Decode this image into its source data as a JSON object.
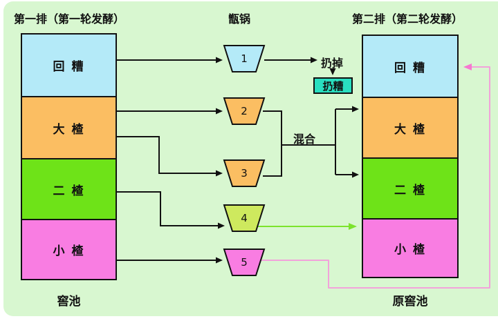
{
  "titles": {
    "first_round": "第一排（第一轮发酵）",
    "pot_row": "甑锅",
    "second_round": "第二排（第二轮发酵）"
  },
  "left_column": {
    "caption": "窖池",
    "sections": [
      {
        "label": "回 糟",
        "color": "#b4eaf8"
      },
      {
        "label": "大 楂",
        "color": "#fbbe62"
      },
      {
        "label": "二 楂",
        "color": "#6ee318"
      },
      {
        "label": "小 楂",
        "color": "#f97de2"
      }
    ]
  },
  "right_column": {
    "caption": "原窖池",
    "sections": [
      {
        "label": "回 糟",
        "color": "#b4eaf8"
      },
      {
        "label": "大 楂",
        "color": "#fbbe62"
      },
      {
        "label": "二 楂",
        "color": "#6ee318"
      },
      {
        "label": "小 楂",
        "color": "#f97de2"
      }
    ]
  },
  "pots": [
    {
      "number": "1",
      "color": "#b4eaf8"
    },
    {
      "number": "2",
      "color": "#fbbe62"
    },
    {
      "number": "3",
      "color": "#fbbe62"
    },
    {
      "number": "4",
      "color": "#cee95e"
    },
    {
      "number": "5",
      "color": "#f97de2"
    }
  ],
  "annotations": {
    "discard_label": "扔掉",
    "discard_box": "扔糟",
    "mix_label": "混合"
  },
  "flows": [
    {
      "from": "第一排 回糟",
      "to": "甑锅1",
      "color": "black"
    },
    {
      "from": "甑锅1",
      "to": "扔掉/扔糟",
      "color": "black"
    },
    {
      "from": "第一排 大楂",
      "to": "甑锅2",
      "color": "black"
    },
    {
      "from": "第一排 大楂",
      "to": "甑锅3",
      "color": "black"
    },
    {
      "from": "甑锅2+甑锅3",
      "to": "混合后入第二排 大楂、二楂",
      "color": "black"
    },
    {
      "from": "第一排 二楂",
      "to": "甑锅4",
      "color": "black"
    },
    {
      "from": "甑锅4",
      "to": "第二排 小楂",
      "color": "green"
    },
    {
      "from": "第一排 小楂",
      "to": "甑锅5",
      "color": "black"
    },
    {
      "from": "甑锅5",
      "to": "第二排 回糟",
      "color": "pink"
    }
  ],
  "colors": {
    "card_background": "#d8f7d0",
    "line_black": "#111111",
    "line_green": "#7ce32c",
    "line_pink": "#f2a2da",
    "discard_box_fill": "#29dfc0"
  }
}
